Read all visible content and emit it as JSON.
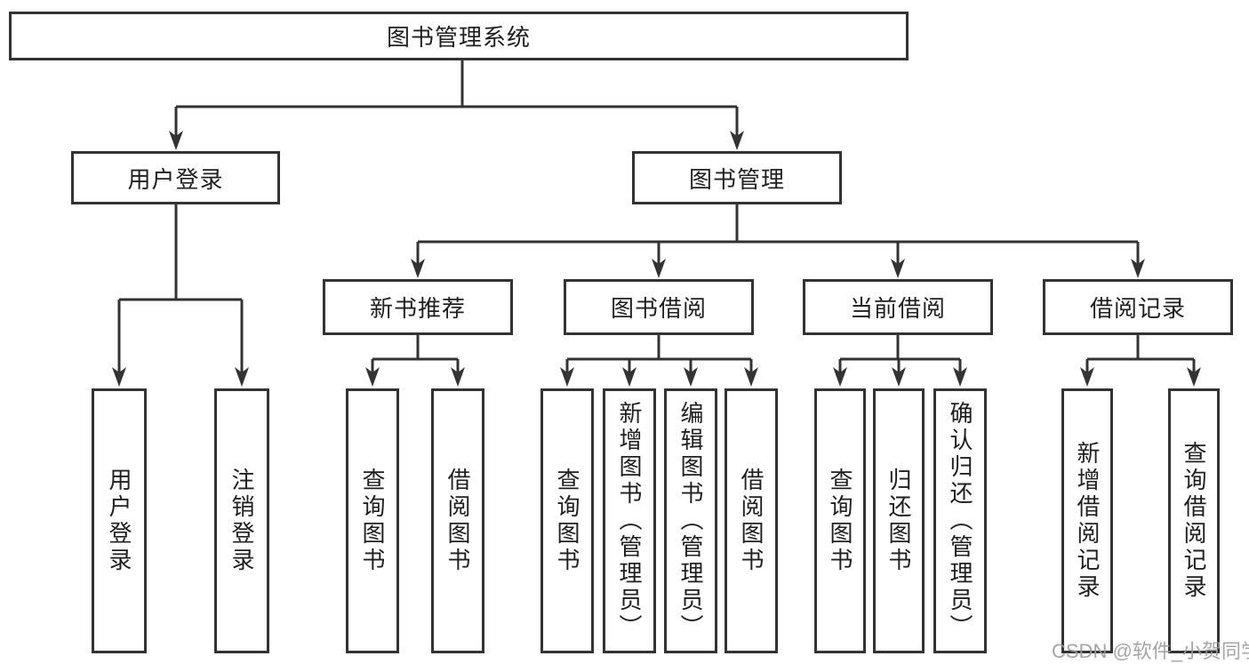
{
  "diagram": {
    "title": "图书管理系统",
    "root": "图书管理系统",
    "user_login": "用户登录",
    "book_mgmt": "图书管理",
    "new_book": "新书推荐",
    "book_borrow": "图书借阅",
    "current_borrow": "当前借阅",
    "borrow_record": "借阅记录",
    "leaves": {
      "user_login_1": "用户登录",
      "user_login_2": "注销登录",
      "new_book_1": "查询图书",
      "new_book_2": "借阅图书",
      "book_borrow_1": "查询图书",
      "book_borrow_2": "新增图书（管理员）",
      "book_borrow_3": "编辑图书（管理员）",
      "book_borrow_4": "借阅图书",
      "current_1": "查询图书",
      "current_2": "归还图书",
      "current_3": "确认归还（管理员）",
      "record_1": "新增借阅记录",
      "record_2": "查询借阅记录"
    }
  },
  "watermark": "CSDN @软件_小贺同学",
  "colors": {
    "line": "#333333",
    "box_border": "#333333",
    "box_fill": "#ffffff",
    "text": "#1f1f1f",
    "watermark": "#9b9b9b",
    "background": "#ffffff"
  }
}
